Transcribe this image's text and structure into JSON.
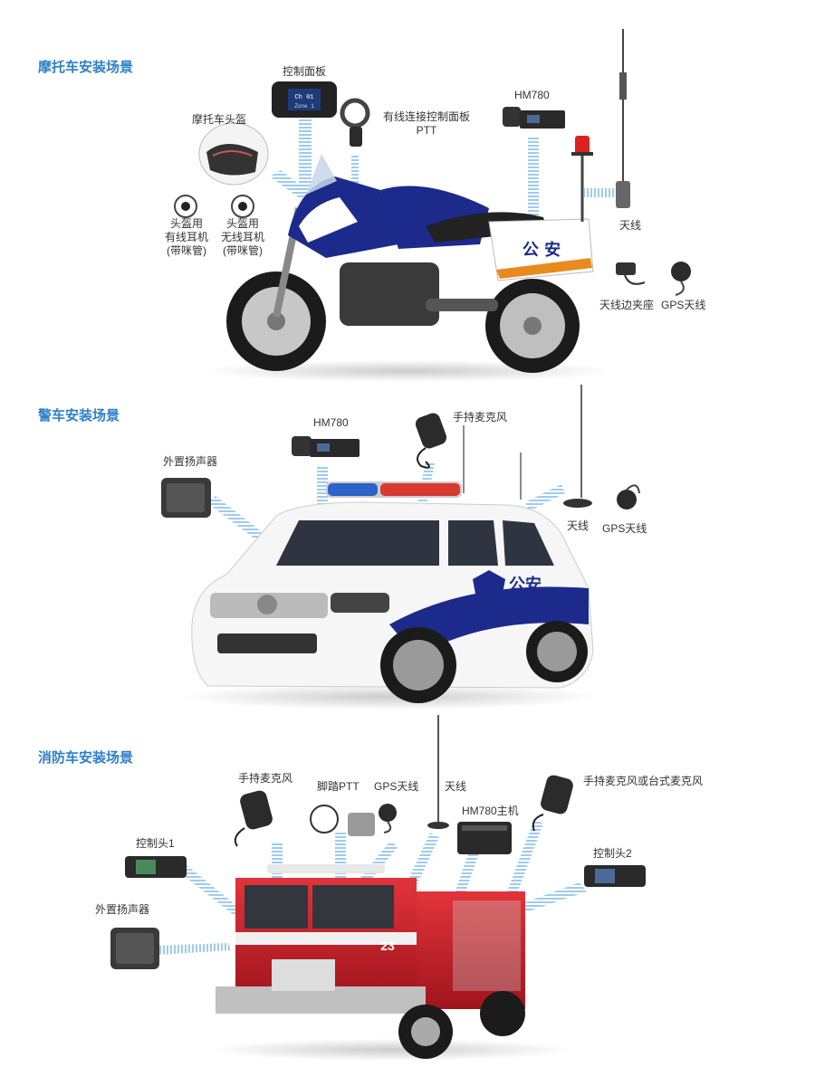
{
  "motorcycle": {
    "title": "摩托车安装场景",
    "control_panel": "控制面板",
    "panel_screen_top": "Ch 01",
    "panel_screen_bottom": "Zone 1",
    "helmet": "摩托车头盔",
    "wired_ptt_line1": "有线连接控制面板",
    "wired_ptt_line2": "PTT",
    "hm780": "HM780",
    "wired_earphone_line1": "头盔用",
    "wired_earphone_line2": "有线耳机",
    "wired_earphone_line3": "(带咪管)",
    "wireless_earphone_line1": "头盔用",
    "wireless_earphone_line2": "无线耳机",
    "wireless_earphone_line3": "(带咪管)",
    "antenna": "天线",
    "antenna_clamp": "天线边夹座",
    "gps_antenna": "GPS天线",
    "body_text": "公 安"
  },
  "police_car": {
    "title": "警车安装场景",
    "hm780": "HM780",
    "handheld_mic": "手持麦克风",
    "external_speaker": "外置扬声器",
    "antenna": "天线",
    "gps_antenna": "GPS天线",
    "body_text": "公安"
  },
  "fire_truck": {
    "title": "消防车安装场景",
    "handheld_mic": "手持麦克风",
    "foot_ptt": "脚踏PTT",
    "gps_antenna": "GPS天线",
    "antenna": "天线",
    "hm780_host": "HM780主机",
    "mic_or_desk_mic": "手持麦克风或台式麦克风",
    "control_head_1": "控制头1",
    "control_head_2": "控制头2",
    "external_speaker": "外置扬声器",
    "unit_number": "23"
  },
  "colors": {
    "title_blue": "#2f7fc8",
    "connector_blue": "#8fc3ea",
    "police_blue": "#1c2a8c",
    "fire_red": "#c8202a"
  }
}
